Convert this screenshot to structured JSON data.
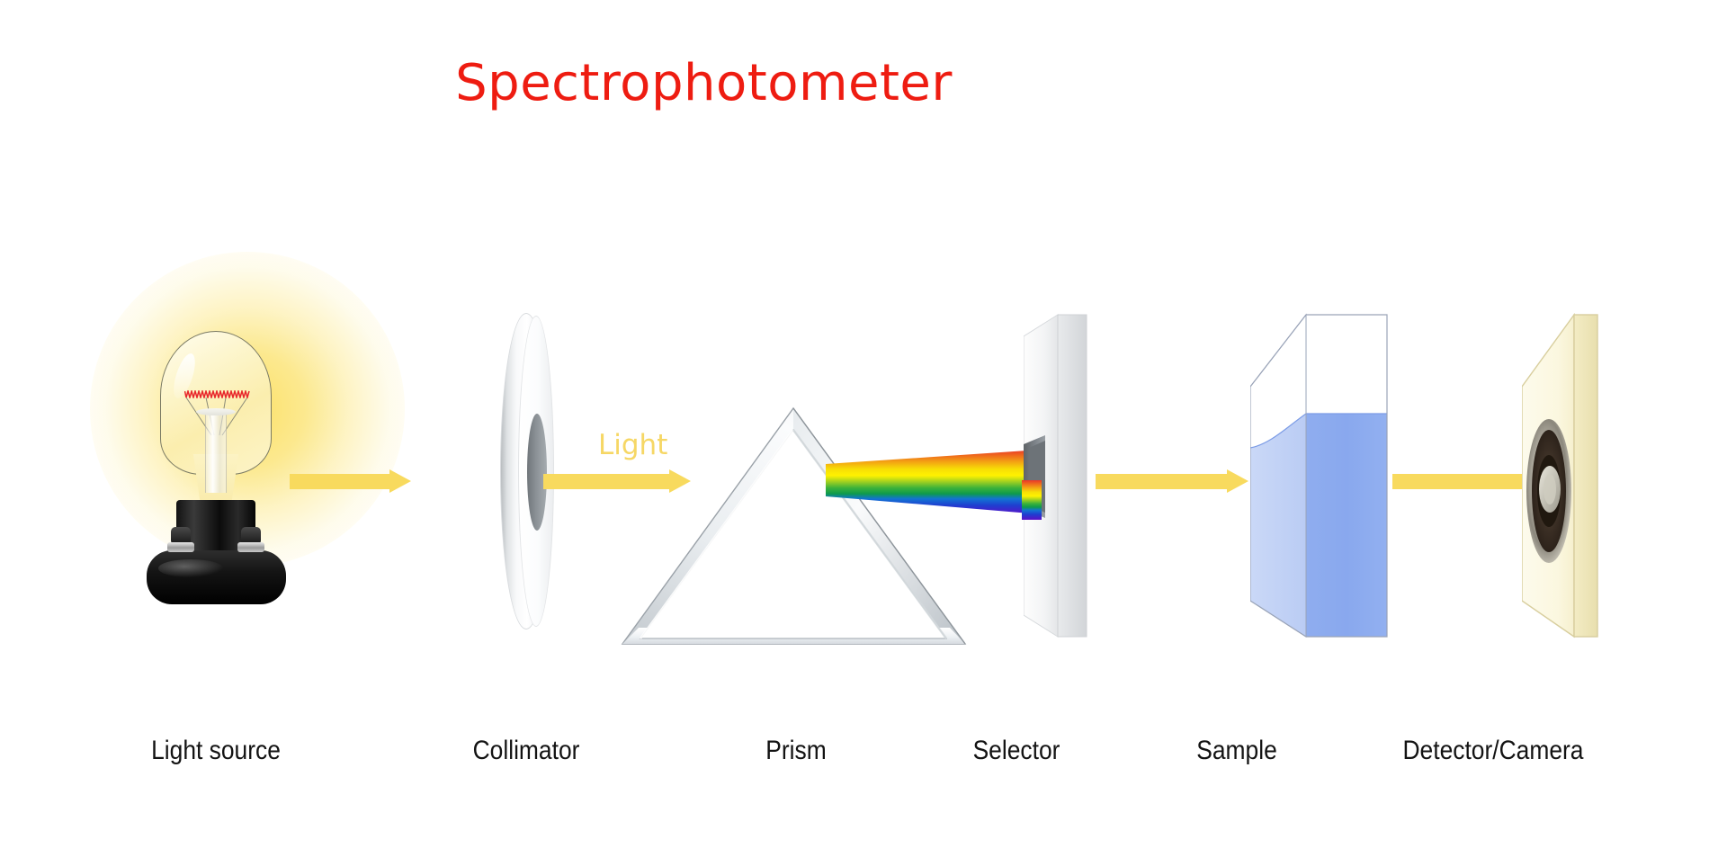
{
  "diagram": {
    "title": "Spectrophotometer",
    "title_color": "#EE1C11",
    "background_color": "#FFFFFF",
    "beam_label": "Light",
    "beam_color": "#F8DA5E",
    "stages": [
      {
        "id": "light-source",
        "label": "Light source",
        "icon": "lightbulb-icon"
      },
      {
        "id": "collimator",
        "label": "Collimator",
        "icon": "lens-disk-icon"
      },
      {
        "id": "prism",
        "label": "Prism",
        "icon": "triangular-prism-icon"
      },
      {
        "id": "selector",
        "label": "Selector",
        "icon": "slit-plate-icon"
      },
      {
        "id": "sample",
        "label": "Sample",
        "icon": "cuvette-icon"
      },
      {
        "id": "detector",
        "label": "Detector/Camera",
        "icon": "camera-sensor-icon"
      }
    ],
    "spectrum": {
      "name": "dispersed-light-spectrum",
      "colors": [
        "#E8372A",
        "#F08A18",
        "#F5D000",
        "#FFF200",
        "#5CC12E",
        "#129E3F",
        "#1169D6",
        "#1E3FD0",
        "#5B10C8"
      ],
      "color_names": [
        "red",
        "orange",
        "yellow",
        "yellow-green",
        "green",
        "teal-green",
        "blue",
        "indigo",
        "violet"
      ]
    },
    "sample_liquid_color": "#89A8EE",
    "detector_plate_color": "#FBF7DF",
    "filament_color": "#E8262B"
  }
}
